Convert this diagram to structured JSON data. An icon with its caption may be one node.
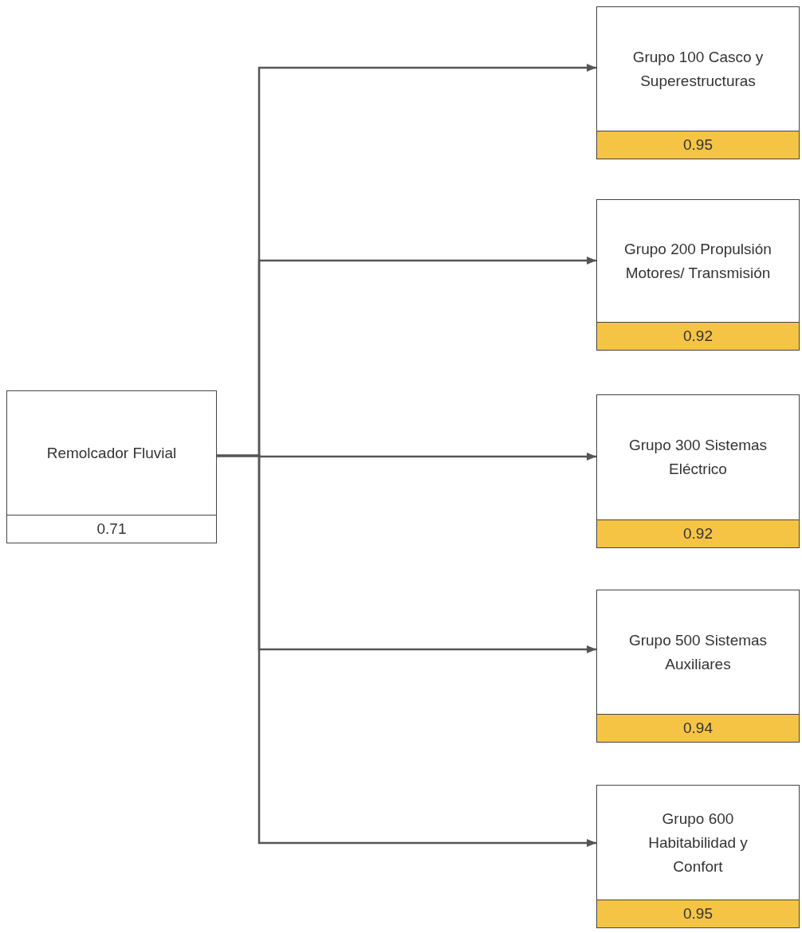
{
  "diagram": {
    "nodes": [
      {
        "text": [
          "Remolcador Fluvial",
          "0.71"
        ]
      },
      {
        "text": [
          "Grupo 100 Casco y Superestructuras",
          "0.95"
        ]
      },
      {
        "text": [
          "Grupo 200 Propulsión Motores/ Transmisión",
          "0.92"
        ]
      },
      {
        "text": [
          "Grupo 300 Sistemas Eléctrico",
          "0.92"
        ]
      },
      {
        "text": [
          "Grupo 500 Sistemas Auxiliares",
          "0.94"
        ]
      },
      {
        "text": [
          "Grupo 600 Habitabilidad y Confort",
          "0.95"
        ]
      }
    ],
    "edges": [
      {
        "from": 0,
        "to": 1,
        "arrow": "to"
      },
      {
        "from": 0,
        "to": 2,
        "arrow": "to"
      },
      {
        "from": 0,
        "to": 3,
        "arrow": "to"
      },
      {
        "from": 0,
        "to": 4,
        "arrow": "to"
      },
      {
        "from": 0,
        "to": 5,
        "arrow": "to"
      }
    ]
  }
}
